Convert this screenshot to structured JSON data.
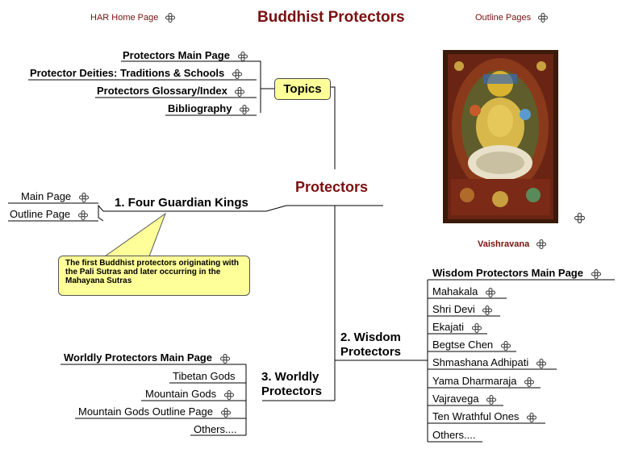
{
  "header": {
    "home_link": "HAR Home Page",
    "title": "Buddhist Protectors",
    "outline_link": "Outline Pages"
  },
  "center": {
    "label": "Protectors"
  },
  "topics": {
    "label": "Topics",
    "items": [
      "Protectors Main Page",
      "Protector Deities: Traditions & Schools",
      "Protectors Glossary/Index",
      "Bibliography"
    ]
  },
  "guardian_kings": {
    "label": "1. Four Guardian Kings",
    "items": [
      "Main Page",
      "Outline Page"
    ],
    "note": "The first Buddhist protectors originating with the Pali Sutras and later occurring in the Mahayana Sutras"
  },
  "wisdom": {
    "label_line1": "2. Wisdom",
    "label_line2": "Protectors",
    "items": [
      "Wisdom Protectors Main Page",
      "Mahakala",
      "Shri Devi",
      "Ekajati",
      "Begtse Chen",
      "Shmashana Adhipati",
      "Yama Dharmaraja",
      "Vajravega",
      "Ten Wrathful Ones",
      "Others...."
    ]
  },
  "worldly": {
    "label_line1": "3. Worldly",
    "label_line2": "Protectors",
    "items": [
      "Worldly Protectors Main Page",
      "Tibetan Gods",
      "Mountain Gods",
      "Mountain Gods Outline Page",
      "Others...."
    ]
  },
  "image": {
    "caption": "Vaishravana"
  },
  "colors": {
    "maroon": "#7a1010",
    "note_bg": "#ffff99"
  },
  "icons": {
    "link": "link-icon"
  }
}
